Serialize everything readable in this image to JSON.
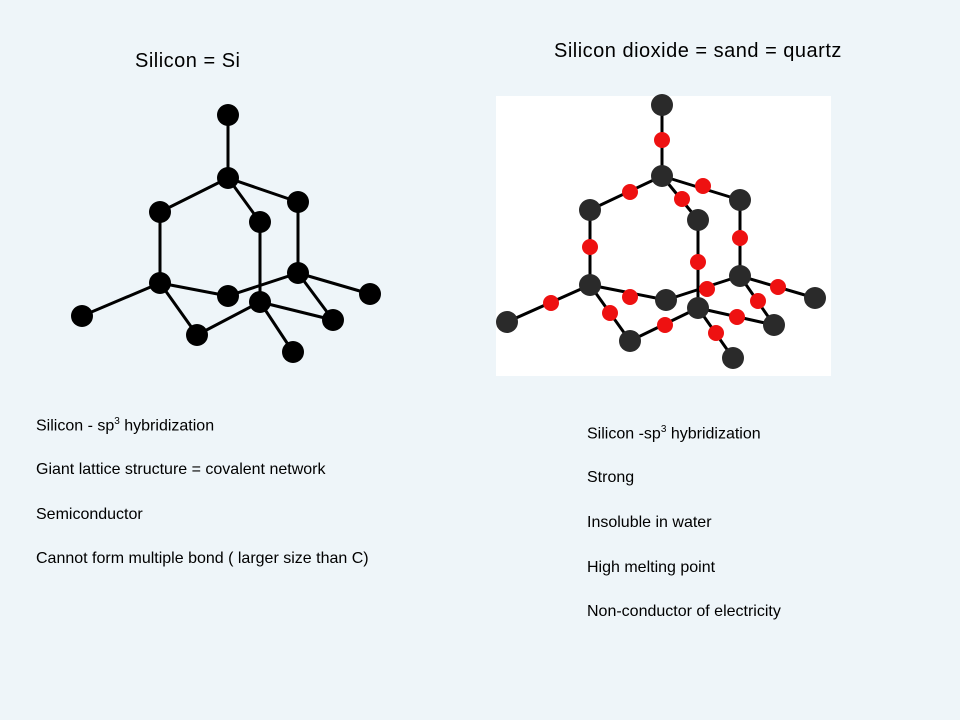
{
  "left": {
    "title": "Silicon = Si",
    "bullets": [
      {
        "pre": "Silicon - sp",
        "sup": "3",
        "post": " hybridization"
      },
      {
        "text": "Giant lattice structure = covalent network"
      },
      {
        "text": "Semiconductor"
      },
      {
        "text": "Cannot form multiple bond ( larger size than C)"
      }
    ]
  },
  "right": {
    "title": "Silicon dioxide = sand = quartz",
    "bullets": [
      {
        "pre": "Silicon -sp",
        "sup": "3",
        "post": " hybridization"
      },
      {
        "text": "Strong"
      },
      {
        "text": "Insoluble in water"
      },
      {
        "text": "High melting point"
      },
      {
        "text": "Non-conductor of electricity"
      }
    ]
  },
  "colors": {
    "background": "#eef5f9",
    "silicon_atom": "#000000",
    "oxygen_atom": "#ee1111",
    "panel": "#ffffff"
  }
}
